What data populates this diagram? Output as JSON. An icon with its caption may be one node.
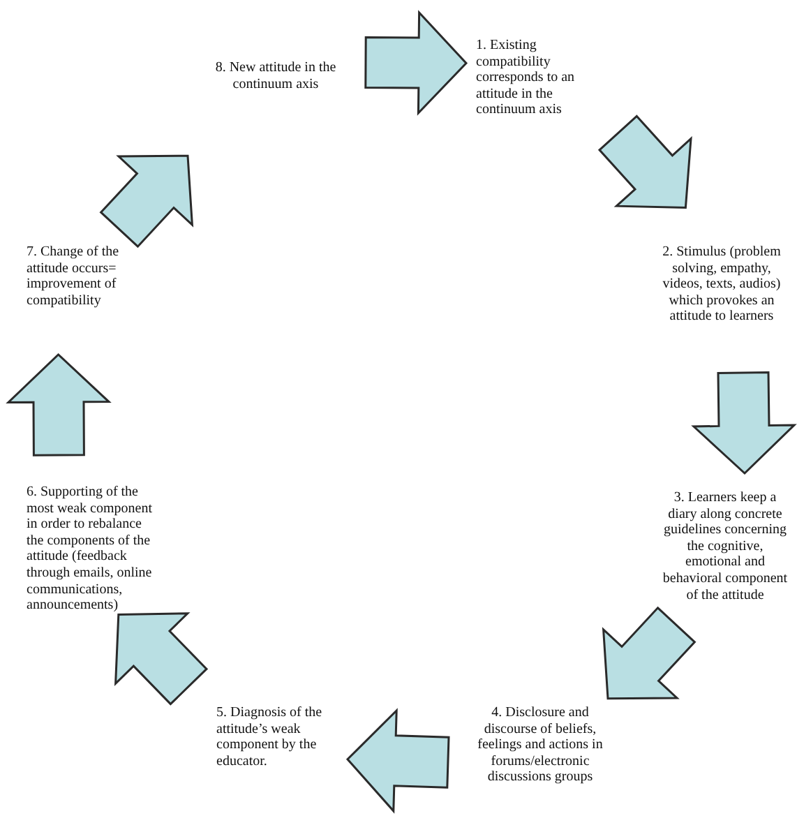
{
  "diagram": {
    "nodes": [
      {
        "text": [
          "1. Existing compatibility corresponds to an attitude in the continuum axis"
        ]
      },
      {
        "text": [
          "2. Stimulus (problem solving, empathy, videos, texts, audios) which provokes an attitude to learners"
        ]
      },
      {
        "text": [
          "3. Learners keep a diary along concrete guidelines concerning the cognitive, emotional and behavioral component of the attitude"
        ]
      },
      {
        "text": [
          "4. Disclosure and discourse of beliefs, feelings and actions in forums/electronic discussions groups"
        ]
      },
      {
        "text": [
          "5. Diagnosis of the attitude’s weak component by the educator."
        ]
      },
      {
        "text": [
          "6. Supporting of the most weak component in order to rebalance the components of the attitude (feedback through emails, online communications, announcements)"
        ]
      },
      {
        "text": [
          "7. Change of the attitude occurs= improvement of compatibility"
        ]
      },
      {
        "text": [
          "8. New attitude in the continuum axis"
        ]
      }
    ],
    "edges": [
      {
        "from": 7,
        "to": 0,
        "arrow": "to"
      },
      {
        "from": 0,
        "to": 1,
        "arrow": "to"
      },
      {
        "from": 1,
        "to": 2,
        "arrow": "to"
      },
      {
        "from": 2,
        "to": 3,
        "arrow": "to"
      },
      {
        "from": 3,
        "to": 4,
        "arrow": "to"
      },
      {
        "from": 4,
        "to": 5,
        "arrow": "to"
      },
      {
        "from": 5,
        "to": 6,
        "arrow": "to"
      },
      {
        "from": 6,
        "to": 7,
        "arrow": "to"
      }
    ]
  }
}
